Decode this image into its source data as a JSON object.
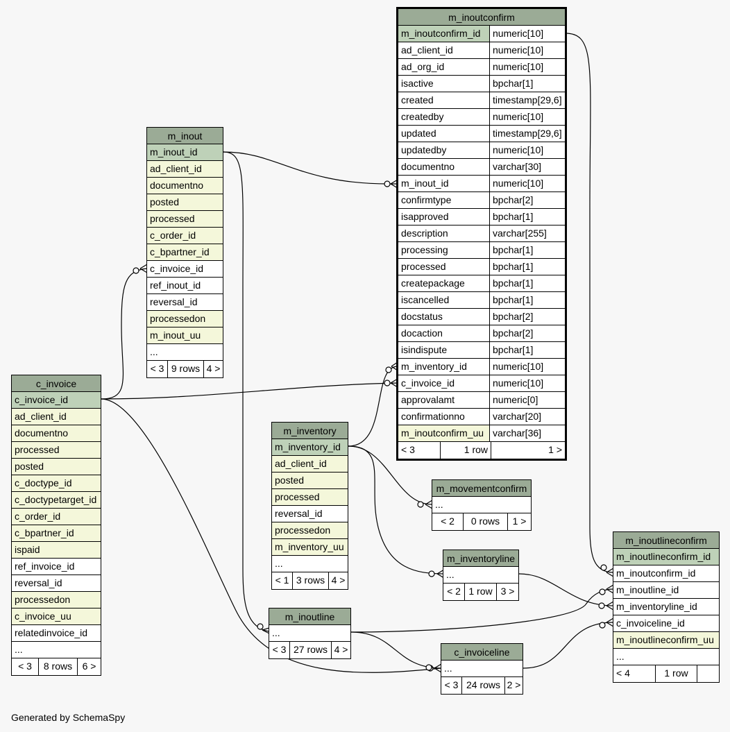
{
  "footer": "Generated by SchemaSpy",
  "tables": {
    "m_inoutconfirm": {
      "name": "m_inoutconfirm",
      "columns": [
        [
          "m_inoutconfirm_id",
          "numeric[10]"
        ],
        [
          "ad_client_id",
          "numeric[10]"
        ],
        [
          "ad_org_id",
          "numeric[10]"
        ],
        [
          "isactive",
          "bpchar[1]"
        ],
        [
          "created",
          "timestamp[29,6]"
        ],
        [
          "createdby",
          "numeric[10]"
        ],
        [
          "updated",
          "timestamp[29,6]"
        ],
        [
          "updatedby",
          "numeric[10]"
        ],
        [
          "documentno",
          "varchar[30]"
        ],
        [
          "m_inout_id",
          "numeric[10]"
        ],
        [
          "confirmtype",
          "bpchar[2]"
        ],
        [
          "isapproved",
          "bpchar[1]"
        ],
        [
          "description",
          "varchar[255]"
        ],
        [
          "processing",
          "bpchar[1]"
        ],
        [
          "processed",
          "bpchar[1]"
        ],
        [
          "createpackage",
          "bpchar[1]"
        ],
        [
          "iscancelled",
          "bpchar[1]"
        ],
        [
          "docstatus",
          "bpchar[2]"
        ],
        [
          "docaction",
          "bpchar[2]"
        ],
        [
          "isindispute",
          "bpchar[1]"
        ],
        [
          "m_inventory_id",
          "numeric[10]"
        ],
        [
          "c_invoice_id",
          "numeric[10]"
        ],
        [
          "approvalamt",
          "numeric[0]"
        ],
        [
          "confirmationno",
          "varchar[20]"
        ],
        [
          "m_inoutconfirm_uu",
          "varchar[36]"
        ]
      ],
      "footer": [
        "< 3",
        "1 row",
        "1 >"
      ]
    },
    "m_inout": {
      "name": "m_inout",
      "columns": [
        "m_inout_id",
        "ad_client_id",
        "documentno",
        "posted",
        "processed",
        "c_order_id",
        "c_bpartner_id",
        "c_invoice_id",
        "ref_inout_id",
        "reversal_id",
        "processedon",
        "m_inout_uu",
        "..."
      ],
      "footer": [
        "< 3",
        "9 rows",
        "4 >"
      ]
    },
    "c_invoice": {
      "name": "c_invoice",
      "columns": [
        "c_invoice_id",
        "ad_client_id",
        "documentno",
        "processed",
        "posted",
        "c_doctype_id",
        "c_doctypetarget_id",
        "c_order_id",
        "c_bpartner_id",
        "ispaid",
        "ref_invoice_id",
        "reversal_id",
        "processedon",
        "c_invoice_uu",
        "relatedinvoice_id",
        "..."
      ],
      "footer": [
        "< 3",
        "8 rows",
        "6 >"
      ]
    },
    "m_inventory": {
      "name": "m_inventory",
      "columns": [
        "m_inventory_id",
        "ad_client_id",
        "posted",
        "processed",
        "reversal_id",
        "processedon",
        "m_inventory_uu",
        "..."
      ],
      "footer": [
        "< 1",
        "3 rows",
        "4 >"
      ]
    },
    "m_movementconfirm": {
      "name": "m_movementconfirm",
      "columns": [
        "..."
      ],
      "footer": [
        "< 2",
        "0 rows",
        "1 >"
      ]
    },
    "m_inventoryline": {
      "name": "m_inventoryline",
      "columns": [
        "..."
      ],
      "footer": [
        "< 2",
        "1 row",
        "3 >"
      ]
    },
    "m_inoutline": {
      "name": "m_inoutline",
      "columns": [
        "..."
      ],
      "footer": [
        "< 3",
        "27 rows",
        "4 >"
      ]
    },
    "c_invoiceline": {
      "name": "c_invoiceline",
      "columns": [
        "..."
      ],
      "footer": [
        "< 3",
        "24 rows",
        "2 >"
      ]
    },
    "m_inoutlineconfirm": {
      "name": "m_inoutlineconfirm",
      "columns": [
        "m_inoutlineconfirm_id",
        "m_inoutconfirm_id",
        "m_inoutline_id",
        "m_inventoryline_id",
        "c_invoiceline_id",
        "m_inoutlineconfirm_uu",
        "..."
      ],
      "footer": [
        "< 4",
        "1 row",
        ""
      ]
    }
  },
  "colors": {
    "header": "#9bab96",
    "primary_key_row": "#bed1b8",
    "indexed_row": "#f4f7da",
    "plain_row": "#ffffff",
    "background": "#f7f7f7"
  }
}
